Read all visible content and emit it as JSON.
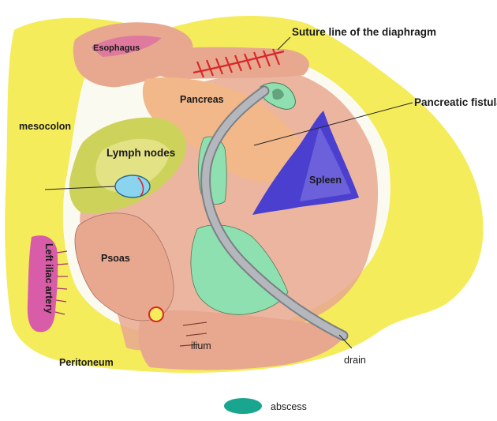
{
  "labels": {
    "esophagus": "Esophagus",
    "suture_line": "Suture line of the diaphragm",
    "pancreas": "Pancreas",
    "pancreatic_fistula": "Pancreatic fistula",
    "mesocolon": "mesocolon",
    "lymph_nodes": "Lymph nodes",
    "spleen": "Spleen",
    "left_iliac_artery": "Left iliac artery",
    "psoas": "Psoas",
    "ilium": "ilium",
    "peritoneum": "Peritoneum",
    "drain": "drain"
  },
  "legend": {
    "abscess_label": "abscess",
    "abscess_color": "#1aa58f"
  },
  "colors": {
    "peritoneum_yellow": "#f4ec5a",
    "tissue_pink": "#e8a890",
    "pancreas_orange": "#f2b88a",
    "lymph_green": "#cdd35a",
    "spleen_blue": "#4b3fd0",
    "abscess_green": "#8fe0b0",
    "artery_magenta": "#d85ca8",
    "suture_red": "#d8282a",
    "drain_gray": "#b4b8bc"
  }
}
